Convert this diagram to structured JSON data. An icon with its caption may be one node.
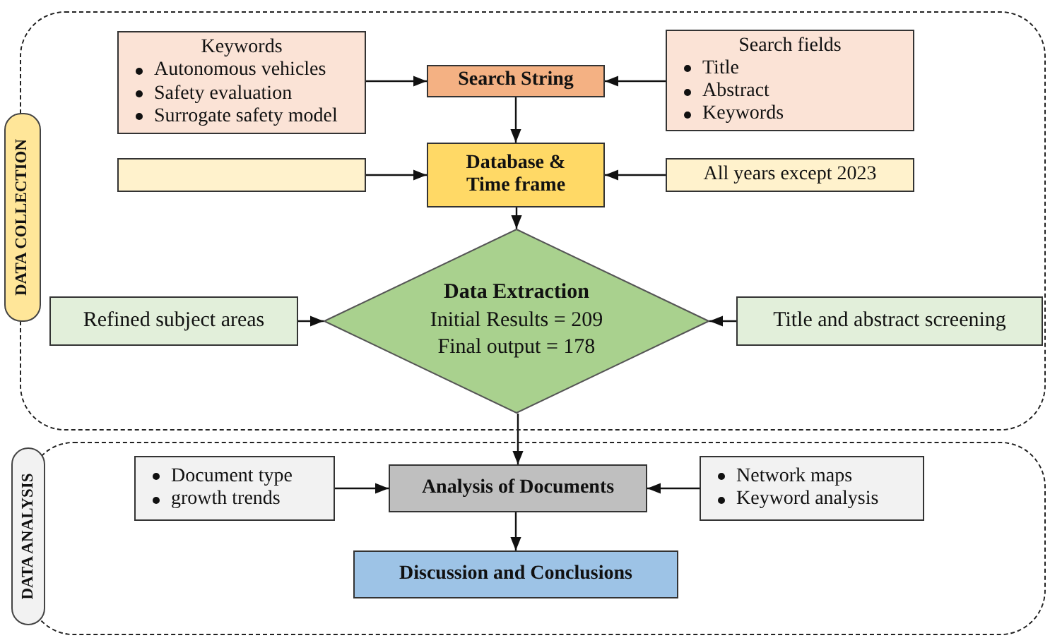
{
  "diagram": {
    "nodes": [
      {
        "text": [
          "DATA COLLECTION"
        ]
      },
      {
        "text": [
          "Keywords",
          "Autonomous vehicles",
          "Safety evaluation",
          "Surrogate safety model"
        ],
        "in": 0
      },
      {
        "text": [
          "Search String"
        ],
        "in": 0
      },
      {
        "text": [
          "Search fields",
          "Title",
          "Abstract",
          "Keywords"
        ],
        "in": 0
      },
      {
        "text": [],
        "shape": "box",
        "in": 0
      },
      {
        "text": [
          "Database & Time frame"
        ],
        "in": 0
      },
      {
        "text": [
          "All years except 2023"
        ],
        "in": 0
      },
      {
        "text": [
          "Refined subject areas"
        ],
        "in": 0
      },
      {
        "text": [
          "Data Extraction",
          "Initial Results = 209",
          "Final output = 178"
        ],
        "in": 0
      },
      {
        "text": [
          "Title and abstract screening"
        ],
        "in": 0
      },
      {
        "text": [
          "DATA ANALYSIS"
        ]
      },
      {
        "text": [
          "Document type",
          "growth trends"
        ],
        "in": 10
      },
      {
        "text": [
          "Analysis of Documents"
        ],
        "in": 10
      },
      {
        "text": [
          "Network maps",
          "Keyword analysis"
        ],
        "in": 10
      },
      {
        "text": [
          "Discussion and Conclusions"
        ],
        "in": 10
      }
    ],
    "edges": [
      {
        "from": 1,
        "to": 2,
        "arrow": "to"
      },
      {
        "from": 3,
        "to": 2,
        "arrow": "to"
      },
      {
        "from": 2,
        "to": 5,
        "arrow": "to"
      },
      {
        "from": 4,
        "to": 5,
        "arrow": "to"
      },
      {
        "from": 6,
        "to": 5,
        "arrow": "to"
      },
      {
        "from": 5,
        "to": 8,
        "arrow": "to"
      },
      {
        "from": 7,
        "to": 8,
        "arrow": "to"
      },
      {
        "from": 9,
        "to": 8,
        "arrow": "to"
      },
      {
        "from": 8,
        "to": 12,
        "arrow": "to"
      },
      {
        "from": 11,
        "to": 12,
        "arrow": "to"
      },
      {
        "from": 13,
        "to": 12,
        "arrow": "to"
      },
      {
        "from": 12,
        "to": 14,
        "arrow": "to"
      }
    ]
  }
}
